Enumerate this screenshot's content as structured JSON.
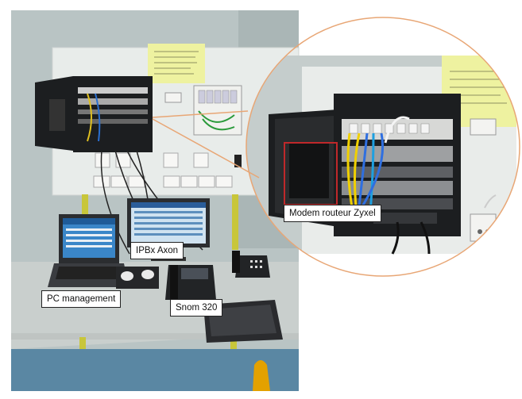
{
  "labels": {
    "modem": "Modem routeur Zyxel",
    "ipbx": "IPBx Axon",
    "pc": "PC management",
    "snom": "Snom 320"
  },
  "colors": {
    "wall": "#b9c4c4",
    "board": "#e8ecea",
    "desk": "#c9cfcd",
    "floor": "#5a87a3",
    "sticky_note": "#eef2a0",
    "leader_line": "#e8a675",
    "highlight_box": "#c0282a",
    "cabinet": "#1c1e20"
  },
  "icons": [
    "network-cabinet",
    "laptop",
    "monitor",
    "desk-phone",
    "keyboard",
    "mouse",
    "ethernet-cables"
  ]
}
